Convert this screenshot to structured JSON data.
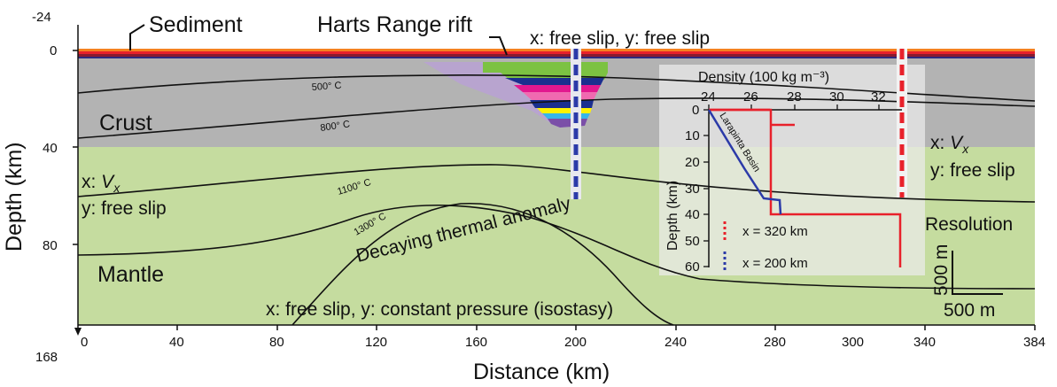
{
  "axes": {
    "xlabel": "Distance (km)",
    "ylabel": "Depth (km)",
    "x_ticks": [
      "0",
      "40",
      "80",
      "120",
      "160",
      "200",
      "240",
      "280",
      "300",
      "340",
      "384"
    ],
    "y_ticks": [
      "-24",
      "0",
      "40",
      "80",
      "168"
    ]
  },
  "labels": {
    "sediment": "Sediment",
    "rift": "Harts Range rift",
    "top_bc": "x: free slip, y: free slip",
    "crust": "Crust",
    "mantle": "Mantle",
    "left_bc_x": "x: ",
    "left_bc_v": "V",
    "left_bc_sub": "x",
    "left_bc_y": "y: free slip",
    "right_bc_x": "x: ",
    "right_bc_v": "V",
    "right_bc_sub": "x",
    "right_bc_y": "y: free slip",
    "anomaly": "Decaying thermal anomaly",
    "bottom_bc": "x: free slip, y: constant pressure (isostasy)",
    "resolution": "Resolution",
    "res_v": "500 m",
    "res_h": "500 m"
  },
  "isotherms": [
    "500° C",
    "800° C",
    "1100° C",
    "1300° C"
  ],
  "inset": {
    "title": "Density (100 kg m⁻³)",
    "xticks": [
      "24",
      "26",
      "28",
      "30",
      "32"
    ],
    "yticks": [
      "0",
      "10",
      "20",
      "30",
      "40",
      "50",
      "60"
    ],
    "ylabel": "Depth (km)",
    "basin_label": "Larapinta Basin",
    "legend": [
      "x = 320 km",
      "x = 200 km"
    ],
    "colors": {
      "x320": "#e8212b",
      "x200": "#2b3aa8"
    }
  },
  "colors": {
    "mantle": "#c5dc9f",
    "crust": "#b3b3b3",
    "sediment_layers": [
      "#f58220",
      "#e8212b",
      "#8a1c2e",
      "#2d2a7e"
    ],
    "basin_layers": [
      "#b8a4cf",
      "#7cc242",
      "#e2188f",
      "#1b2f8f",
      "#f06ab0",
      "#fff200",
      "#37b6e9",
      "#7b4fa8"
    ]
  }
}
